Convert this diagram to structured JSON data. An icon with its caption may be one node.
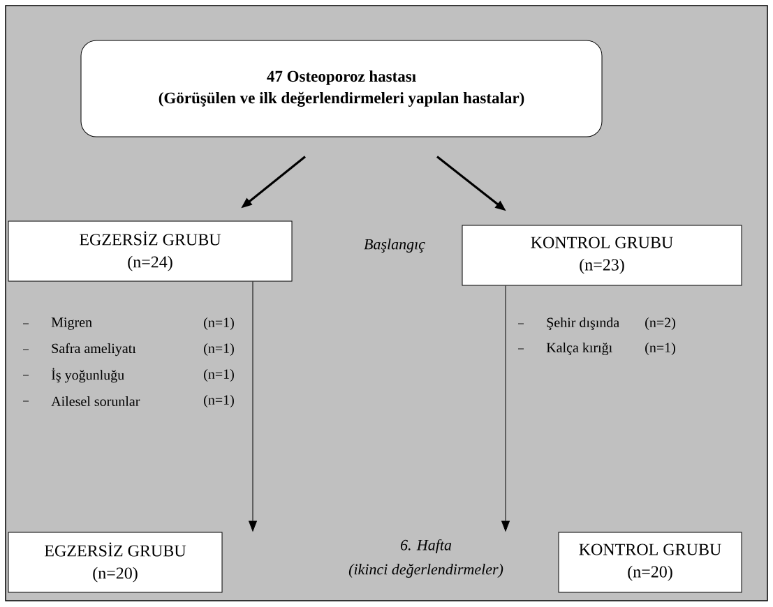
{
  "diagram": {
    "nodes": [
      {
        "text": [
          "47 Osteoporoz hastası",
          "(Görüşülen ve ilk değerlendirmeleri yapılan hastalar)"
        ]
      },
      {
        "text": [
          "EGZERSİZ GRUBU",
          "(n=24)"
        ]
      },
      {
        "text": [
          "KONTROL GRUBU",
          "(n=23)"
        ]
      },
      {
        "text": [
          "EGZERSİZ GRUBU",
          "(n=20)"
        ]
      },
      {
        "text": [
          "KONTROL GRUBU",
          "(n=20)"
        ]
      }
    ],
    "edges": [
      {
        "from": 0,
        "to": 1,
        "arrow": "to",
        "style": "thick"
      },
      {
        "from": 0,
        "to": 2,
        "arrow": "to",
        "style": "thick"
      },
      {
        "from": 1,
        "to": 3,
        "arrow": "to"
      },
      {
        "from": 2,
        "to": 4,
        "arrow": "to"
      }
    ],
    "labels": [
      "Başlangıç",
      "Migren",
      "(n=1)",
      "Şehir dışında",
      "(n=2)",
      "Safra ameliyatı",
      "(n=1)",
      "Kalça kırığı",
      "(n=1)",
      "İş yoğunluğu",
      "(n=1)",
      "Ailesel sorunlar",
      "(n=1)",
      "6. Hafta",
      "(ikinci değerlendirmeler)"
    ]
  }
}
